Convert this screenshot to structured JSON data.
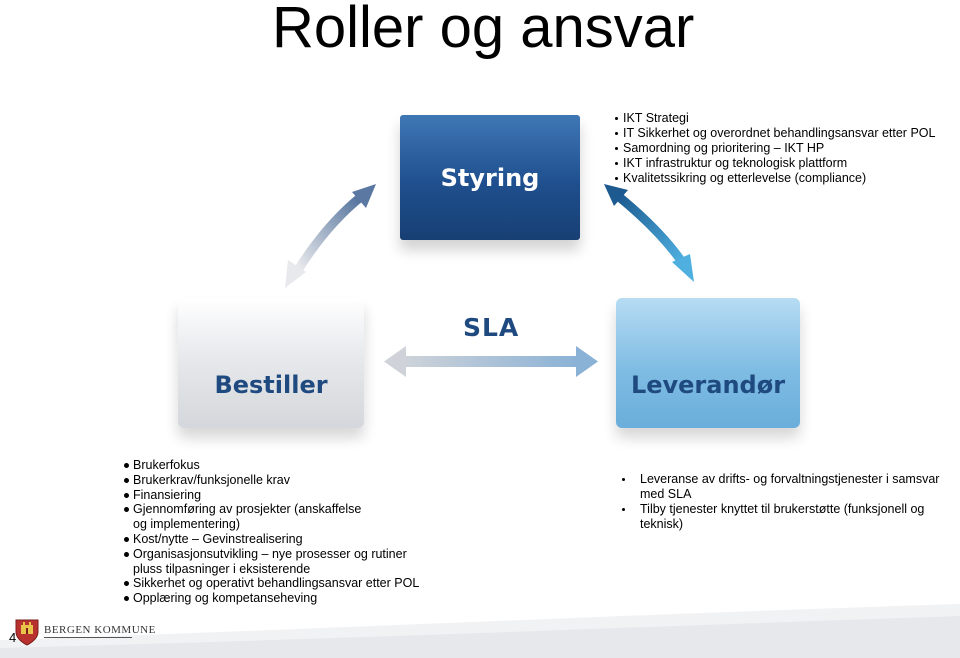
{
  "title": "Roller og ansvar",
  "boxes": {
    "styring": "Styring",
    "bestiller": "Bestiller",
    "leverandor": "Leverandør",
    "sla": "SLA"
  },
  "styring_items": [
    "IKT Strategi",
    "IT Sikkerhet og overordnet behandlingsansvar etter POL",
    "Samordning og prioritering – IKT HP",
    "IKT infrastruktur og teknologisk plattform",
    "Kvalitetssikring og etterlevelse (compliance)"
  ],
  "bestiller_items": [
    "Brukerfokus",
    "Brukerkrav/funksjonelle krav",
    "Finansiering",
    "Gjennomføring av prosjekter (anskaffelse",
    "og implementering)",
    "Kost/nytte – Gevinstrealisering",
    "Organisasjonsutvikling – nye prosesser og rutiner",
    "pluss tilpasninger i eksisterende",
    "Sikkerhet og operativt behandlingsansvar etter POL",
    "Opplæring og kompetanseheving"
  ],
  "leverandor_items": [
    "Leveranse av drifts- og forvaltningstjenester i samsvar med SLA",
    "Tilby tjenester knyttet til brukerstøtte (funksjonell og teknisk)"
  ],
  "footer": {
    "page_number": "4",
    "organization": "BERGEN KOMMUNE"
  },
  "colors": {
    "styring_box": "#1f4f8e",
    "leverandor_box": "#7fbce3",
    "bestiller_box": "#e1e3e6",
    "label_blue": "#1f4a80"
  }
}
